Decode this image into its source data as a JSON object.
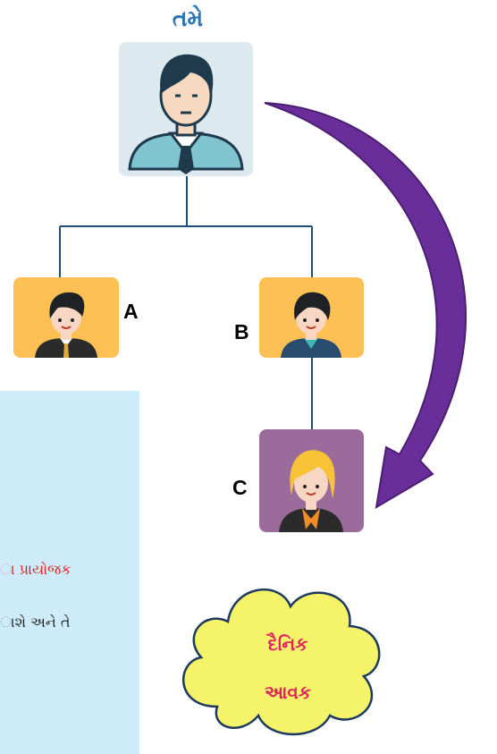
{
  "header": {
    "title": "તમે"
  },
  "nodes": {
    "a": {
      "label": "A"
    },
    "b": {
      "label": "B"
    },
    "c": {
      "label": "C"
    }
  },
  "panel": {
    "line1": "ા  પ્રાયોજક",
    "line2": "ાશે અને તે"
  },
  "cloud": {
    "line1": "દૈનિક",
    "line2": "આવક"
  },
  "colors": {
    "title": "#2E75B6",
    "connector": "#1F4E79",
    "arrow": "#6A2E9A",
    "cloud_fill": "#F4F36A",
    "cloud_text": "#E0245E",
    "panel_bg": "#CDEBF8",
    "card_orange": "#FDC055",
    "card_purple": "#9B6B9C",
    "card_top": "#DCE9EE"
  },
  "icons": [
    "man-tie-avatar-icon",
    "boy-avatar-icon",
    "girl-avatar-icon",
    "woman-avatar-icon",
    "curved-arrow-icon",
    "cloud-shape-icon"
  ]
}
